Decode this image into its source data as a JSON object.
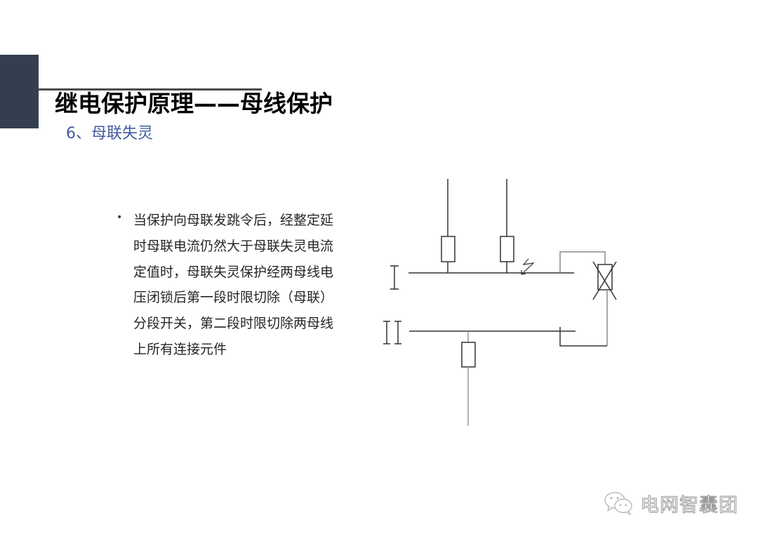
{
  "slide": {
    "title": "继电保护原理——母线保护",
    "subtitle": "6、母联失灵",
    "accent_color": "#333f4f",
    "subtitle_color": "#3f5aa0"
  },
  "body": {
    "bullet": "•",
    "lines": [
      "当保护向母联发跳令后，经整定延",
      "时母联电流仍然大于母联失灵电流",
      "定值时，母联失灵保护经两母线电",
      "压闭锁后第一段时限切除（母联）",
      "分段开关，第二段时限切除两母线",
      "上所有连接元件"
    ]
  },
  "diagram": {
    "bus_labels": [
      "I",
      "II"
    ],
    "elements": [
      "bus-I",
      "bus-II",
      "feeder-1",
      "feeder-2",
      "feeder-3",
      "bus-coupler-breaker-failed",
      "fault-lightning"
    ]
  },
  "watermark": {
    "icon": "wechat-icon",
    "text": "电网智囊团"
  }
}
